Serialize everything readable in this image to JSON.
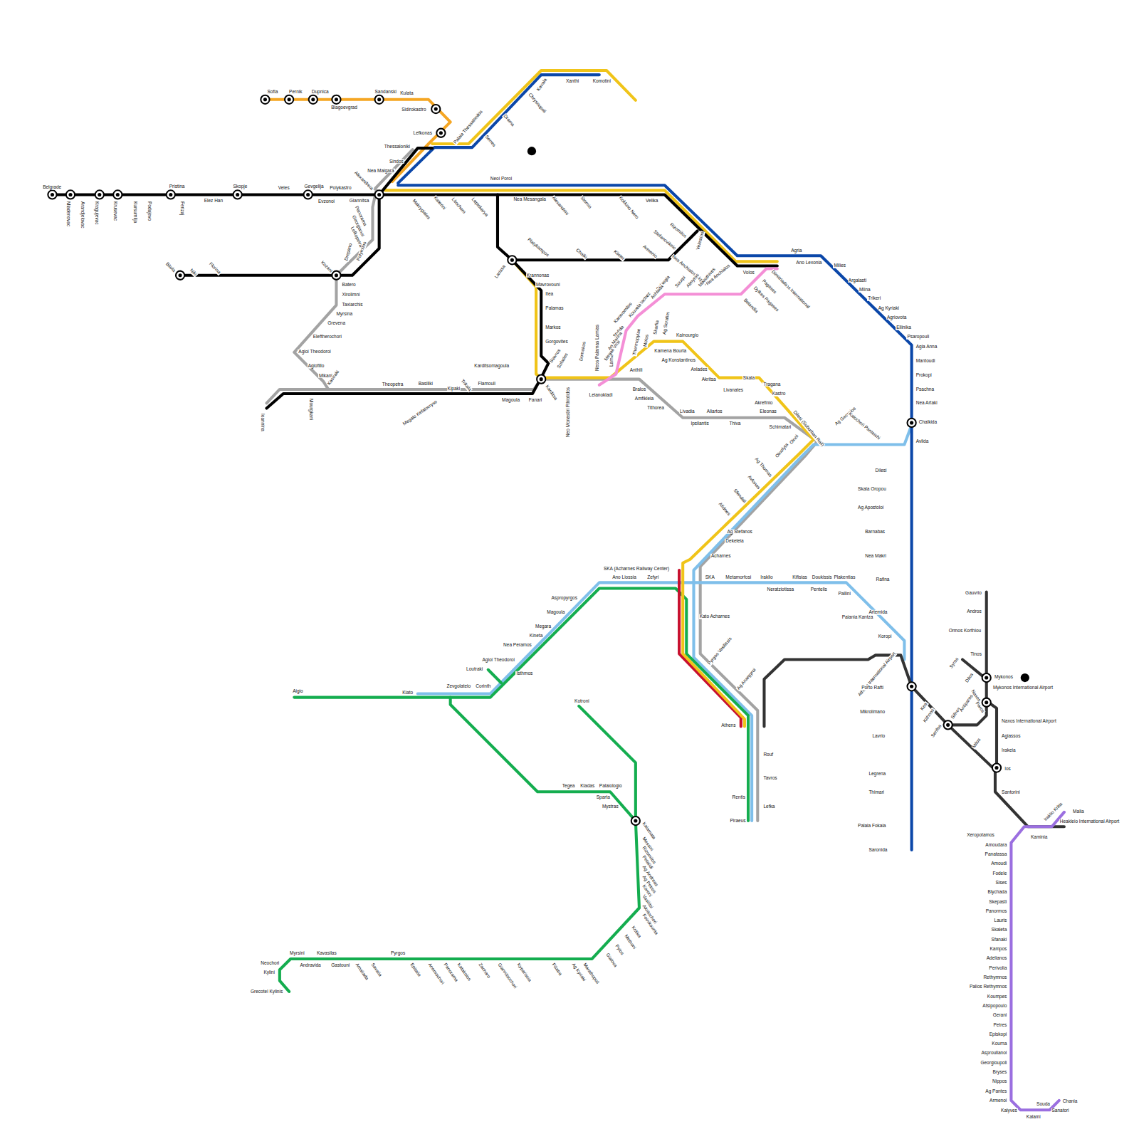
{
  "diagram": {
    "labels": [
      "Belgrade",
      "Mladenovac",
      "Arandjelovac",
      "Kragujevac",
      "Krusevac",
      "Kursumlija",
      "Podujevo",
      "Pristina",
      "Ferizaj",
      "Elez Han",
      "Skopje",
      "Veles",
      "Gevgelija",
      "Evzonoi",
      "Polykastro",
      "Giannitsa",
      "Alexandreia",
      "Sofia",
      "Pernik",
      "Dupnica",
      "Blagoevgrad",
      "Sandanski",
      "Kulata",
      "Sidirokastro",
      "Lefkonas",
      "Thessaloniki",
      "Palaia Thessalonikis",
      "Serres",
      "Drama",
      "Chrysoupoli",
      "Kavala",
      "Xanthi",
      "Komotini",
      "Sindos",
      "Nea Malgara",
      "Neoi Poroi",
      "Makrygialos",
      "Katerini",
      "Litochoro",
      "Leptokarya",
      "Nea Mesangala",
      "Alexandrini",
      "Stomio",
      "Kokkino Nero",
      "Velika",
      "Panorama",
      "Georgianoi",
      "Lefkopetra",
      "Polymilos",
      "Drepano",
      "Kozani",
      "Bitola",
      "Niki",
      "Florina",
      "Batero",
      "Xirolimni",
      "Taxiarchis",
      "Myrsina",
      "Grevena",
      "Eleftherochori",
      "Agioi Theodoroi",
      "Agiofillo",
      "Mikani",
      "Kastraki",
      "Ioannina",
      "Mourgkani",
      "Theopetra",
      "Basiliki",
      "Kipaki",
      "Trikala",
      "Flamouli",
      "Megalo Kefalovryso",
      "Magoula",
      "Fanari",
      "Karditsomagoula",
      "Karditsa",
      "Stavros",
      "Sofades",
      "Domokos",
      "Neo Monastiri Fthiotidos",
      "Neos Palamas Lamias",
      "Lamia",
      "Leianokladi",
      "Larissa",
      "Krannonas",
      "Mavrovouni",
      "Itea",
      "Palamas",
      "Markos",
      "Gorgovites",
      "Platykampos",
      "Chalki",
      "Kileler",
      "Armenio",
      "Rizomilos",
      "Stefanovikeio",
      "Velestino",
      "Nea Anchialos Airport",
      "Volos",
      "Agria",
      "Ano Lexonia",
      "Milies",
      "Argalasti",
      "Mlina",
      "Trikeri",
      "Ag Kyriaki",
      "Agriovota",
      "Ellinika",
      "Psaropouli",
      "Agia Anna",
      "Mantoudi",
      "Prokopi",
      "Psachna",
      "Nea Artaki",
      "Chalkida",
      "Avlida",
      "Nea Anchialos",
      "Mikrothives",
      "Almyros",
      "Sourpi",
      "Pelasgia",
      "Achlada",
      "Rachez",
      "Kouvela",
      "Karavomilos",
      "Stylida",
      "Ag Marina",
      "Megali Vrisi",
      "Iolcos International",
      "Dimitriada",
      "Pagases",
      "Dylkes Pagases",
      "Belandia",
      "Anthili",
      "Thermopylae",
      "Molos",
      "Skarfia",
      "Ag Serafim",
      "Kainourgio",
      "Kamena Bourla",
      "Ag Konstantinos",
      "Axlades",
      "Akritsa",
      "Skala",
      "Livanates",
      "Tragana",
      "Kastro",
      "Akrefinio",
      "Eleonas",
      "Dilesi (Suburban Rail)",
      "Schimatari",
      "Bralos",
      "Amfikleia",
      "Tithorea",
      "Livadia",
      "Ipsilantis",
      "Aliartos",
      "Thiva",
      "Ag Georgios",
      "Kalochori Panteichi",
      "Oinoi",
      "Oinofyta",
      "Ag Thomas",
      "Avlonas",
      "Sfendali",
      "Afidnes",
      "Ag Stefanos",
      "Dekeleia",
      "Acharnes",
      "Dilesi",
      "Skala Oropou",
      "Ag Apostoloi",
      "Barnabas",
      "Nea Makri",
      "Rafina",
      "Artemida",
      "Koropi",
      "Paiania Kantza",
      "Pallini",
      "Athens International Airport",
      "Porto Rafti",
      "Mikrolimano",
      "Lavrio",
      "Legrena",
      "Thimari",
      "Palaia Fokaia",
      "Saronida",
      "SKA (Acharnes Railway Center)",
      "Ano Liossia",
      "Zefyri",
      "SKA",
      "Metamorfosi",
      "Iraklio",
      "Neratziotissa",
      "Kifisias",
      "Doukissis",
      "Plakentias",
      "Pentelis",
      "Kato Acharnes",
      "Pyrgos Vasilissis",
      "Ag Anargyroi",
      "Athens",
      "Rouf",
      "Tavros",
      "Rentis",
      "Lefka",
      "Piraeus",
      "Aspropyrgos",
      "Magoula",
      "Megara",
      "Kineta",
      "Nea Peramos",
      "Agioi Theodoroi",
      "Loutraki",
      "Isthmos",
      "Kiato",
      "Zevgolateio",
      "Corinth",
      "Aigio",
      "Kotroni",
      "Tegea",
      "Kladas",
      "Palaiologio",
      "Sparta",
      "Mystras",
      "Kalamata",
      "Messini",
      "Rizomilos",
      "Petalidi",
      "Ag Andreas",
      "Ag Petros",
      "Koroni",
      "Vasilitsi",
      "Akritochori",
      "Foinikounta",
      "Kritika",
      "Methoni",
      "Pylos",
      "Gialova",
      "Neochori",
      "Myrsini",
      "Kylini",
      "Grecotel Kylinis",
      "Andravida",
      "Kavasilas",
      "Gastouni",
      "Amaliada",
      "Savalia",
      "Pyrgos",
      "Epitalio",
      "Anemochori",
      "Panorama",
      "Katakolos",
      "Zacharo",
      "Giannitsochori",
      "Kyparissia",
      "Filiatra",
      "Ag Kyriaki",
      "Marathopoli",
      "Gauvrio",
      "Andros",
      "Ormos Korthiou",
      "Tinos",
      "Syros",
      "Dilos",
      "Mykonos",
      "Mykonos International Airport",
      "Naxos",
      "Paros",
      "Naxos International Airport",
      "Agiassos",
      "Irakeia",
      "Ios",
      "Santorini",
      "Kea",
      "Kithnos",
      "Serifos",
      "Sifnos",
      "Antiparos",
      "Milos",
      "Malia",
      "Iraklio Kritis",
      "Heakleio International Airport",
      "Kaminia",
      "Xeropotamos",
      "Amoudara",
      "Panatassa",
      "Amoudi",
      "Fodele",
      "Sises",
      "Blychada",
      "Skepasti",
      "Panormos",
      "Lauris",
      "Skaleta",
      "Sfanaki",
      "Kampos",
      "Adelianos",
      "Perivolia",
      "Rethymnos",
      "Palios Rethymnos",
      "Koumpes",
      "Atsipopoulo",
      "Gerani",
      "Petres",
      "Episkopi",
      "Kourna",
      "Asproulianoi",
      "Georgioupoli",
      "Bryses",
      "Nippos",
      "Ag Pantes",
      "Armenoi",
      "Kalyves",
      "Kalami",
      "Souda",
      "Sanatori",
      "Chania"
    ]
  }
}
